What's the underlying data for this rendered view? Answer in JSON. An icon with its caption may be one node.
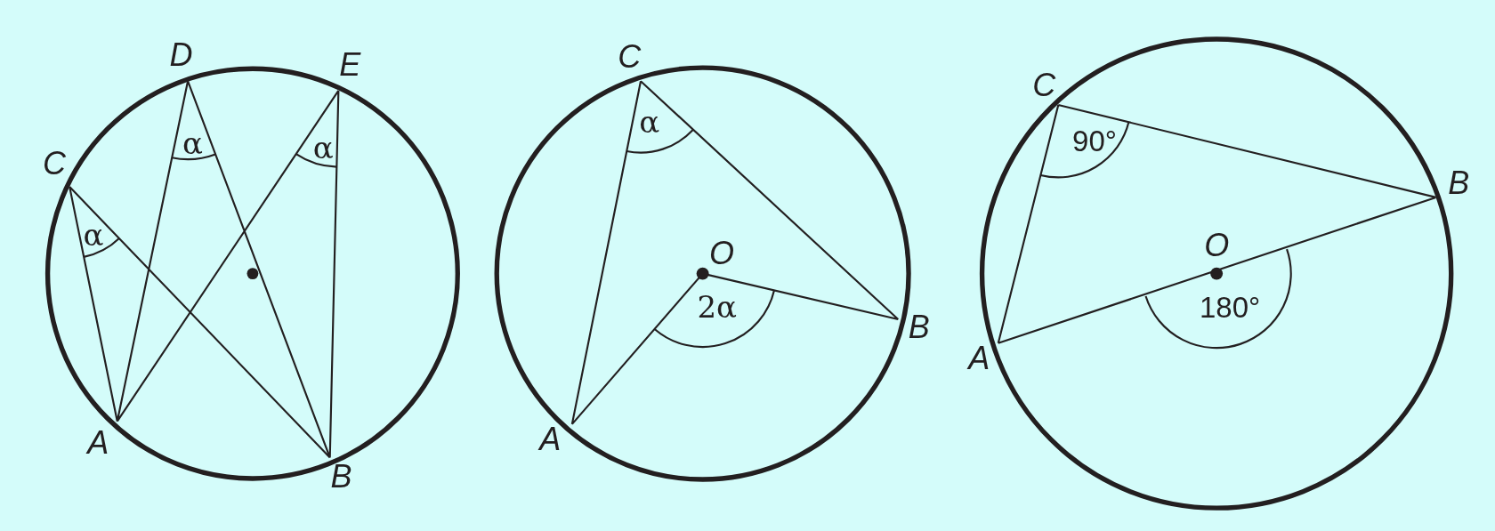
{
  "diagram": {
    "labels": [
      "D",
      "E",
      "C",
      "α",
      "α",
      "α",
      "A",
      "B",
      "C",
      "α",
      "O",
      "2α",
      "B",
      "A",
      "C",
      "90°",
      "B",
      "O",
      "180°",
      "A"
    ]
  }
}
